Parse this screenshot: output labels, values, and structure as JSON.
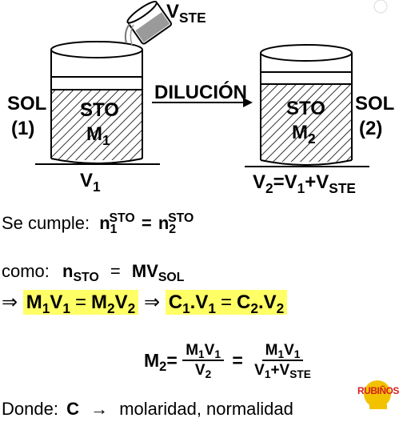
{
  "diagram": {
    "v_ste_main": "V",
    "v_ste_sub": "STE",
    "sol1": "SOL",
    "sol1_num": "(1)",
    "sto1": "STO",
    "m1_main": "M",
    "m1_sub": "1",
    "v1_main": "V",
    "v1_sub": "1",
    "arrow_label": "DILUCIÓN",
    "sto2": "STO",
    "m2_main": "M",
    "m2_sub": "2",
    "sol2": "SOL",
    "sol2_num": "(2)",
    "v2_eq": "V",
    "v2_sub": "2",
    "v2_eq_part1": "=V",
    "v2_eq_sub1": "1",
    "v2_eq_part2": "+V",
    "v2_eq_sub2": "STE"
  },
  "equations": {
    "cumple_label": "Se cumple:",
    "n1": "n",
    "n1_sub": "1",
    "n1_sup": "STO",
    "equals": "=",
    "n2": "n",
    "n2_sub": "2",
    "n2_sup": "STO",
    "como_label": "como:",
    "n_sto": "n",
    "n_sto_sub": "STO",
    "mv": "MV",
    "mv_sub": "SOL",
    "implies": "⇒",
    "m1v1": "M",
    "m1v1_s1": "1",
    "m1v1_v": "V",
    "m1v1_s2": "1",
    "m2v2": "M",
    "m2v2_s1": "2",
    "m2v2_v": "V",
    "m2v2_s2": "2",
    "c1": "C",
    "c1_sub": "1",
    "dotv1": ".V",
    "dotv1_sub": "1",
    "c2": "C",
    "c2_sub": "2",
    "dotv2": ".V",
    "dotv2_sub": "2",
    "m2_lhs": "M",
    "m2_lhs_sub": "2",
    "frac1_num": "M",
    "frac1_num_s1": "1",
    "frac1_num_v": "V",
    "frac1_num_s2": "1",
    "frac1_den": "V",
    "frac1_den_sub": "2",
    "frac2_num": "M",
    "frac2_num_s1": "1",
    "frac2_num_v": "V",
    "frac2_num_s2": "1",
    "frac2_den": "V",
    "frac2_den_s1": "1",
    "frac2_den_plus": "+V",
    "frac2_den_s2": "STE"
  },
  "footer": {
    "donde_label": "Donde:",
    "c_symbol": "C",
    "arrow": "→",
    "definition": "molaridad, normalidad"
  },
  "logo_text": "RUBIÑOS",
  "colors": {
    "highlight": "#ffff66",
    "logo_red": "#d42020",
    "logo_yellow": "#f2c200"
  }
}
